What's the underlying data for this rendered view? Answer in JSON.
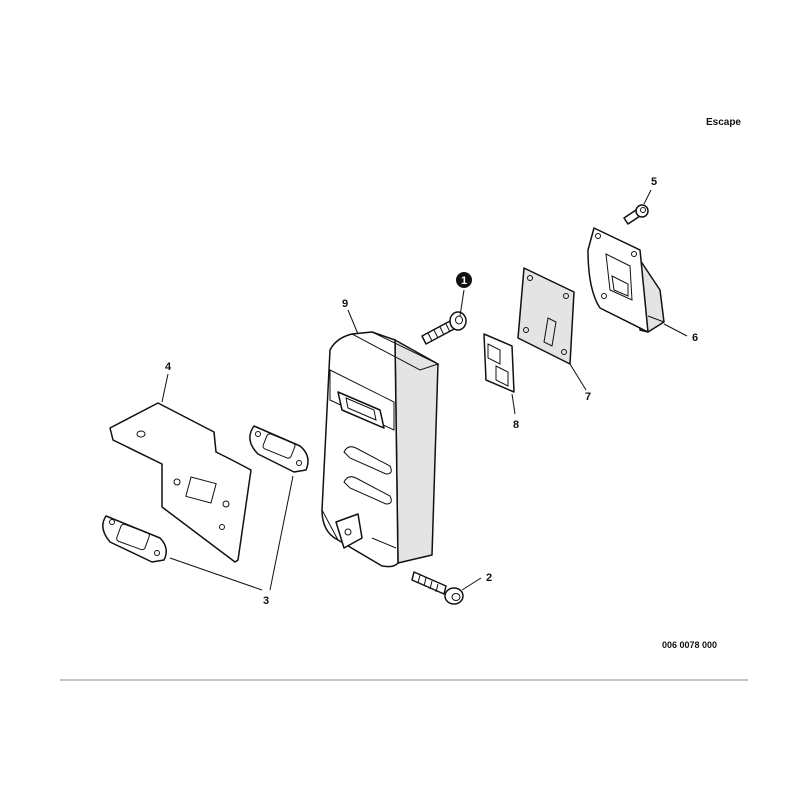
{
  "title": "Escape",
  "drawing_code": "006 0078 000",
  "callouts": [
    {
      "id": "c1",
      "label": "1"
    },
    {
      "id": "c2",
      "label": "2"
    },
    {
      "id": "c3",
      "label": "3"
    },
    {
      "id": "c4",
      "label": "4"
    },
    {
      "id": "c5",
      "label": "5"
    },
    {
      "id": "c6",
      "label": "6"
    },
    {
      "id": "c7",
      "label": "7"
    },
    {
      "id": "c8",
      "label": "8"
    },
    {
      "id": "c9",
      "label": "9"
    }
  ],
  "colors": {
    "line": "#111111",
    "background": "#ffffff",
    "part_shade": "#e4e4e4"
  }
}
